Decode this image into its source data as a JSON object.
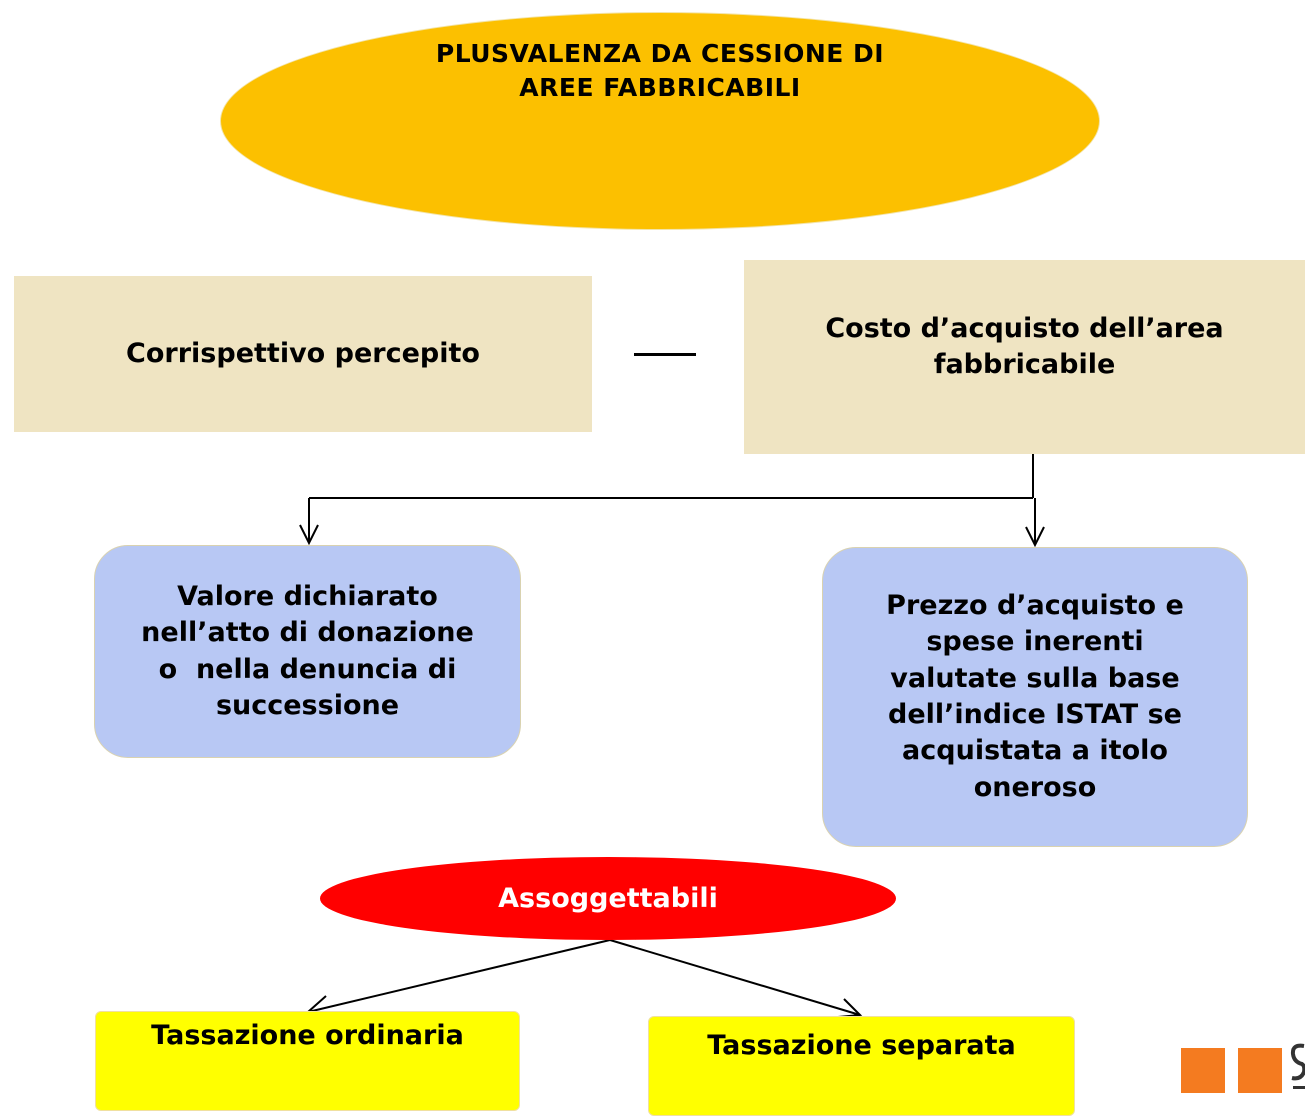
{
  "title": {
    "line1": "PLUSVALENZA DA CESSIONE DI",
    "line2": "AREE FABBRICABILI"
  },
  "formula": {
    "left_box": "Corrispettivo percepito",
    "operator": "minus",
    "right_box": {
      "line1": "Costo d’acquisto dell’area",
      "line2": "fabbricabile"
    }
  },
  "branches": {
    "left": {
      "line1": "Valore dichiarato",
      "line2": "nell’atto di donazione",
      "line3": "o  nella denuncia di",
      "line4": "successione"
    },
    "right": {
      "line1": "Prezzo d’acquisto e",
      "line2": "spese inerenti",
      "line3": "valutate sulla base",
      "line4": "dell’indice ISTAT se",
      "line5": "acquistata a itolo",
      "line6": "oneroso"
    }
  },
  "taxable": {
    "label": "Assoggettabili"
  },
  "outcomes": {
    "ordinary": "Tassazione ordinaria",
    "separate": "Tassazione separata"
  },
  "colors": {
    "title_fill": "#fcc000",
    "formula_fill": "#efe4c2",
    "branch_fill": "#b8c8f4",
    "taxable_fill": "#ff0000",
    "outcome_fill": "#ffff00",
    "logo_accent": "#f47b20"
  }
}
